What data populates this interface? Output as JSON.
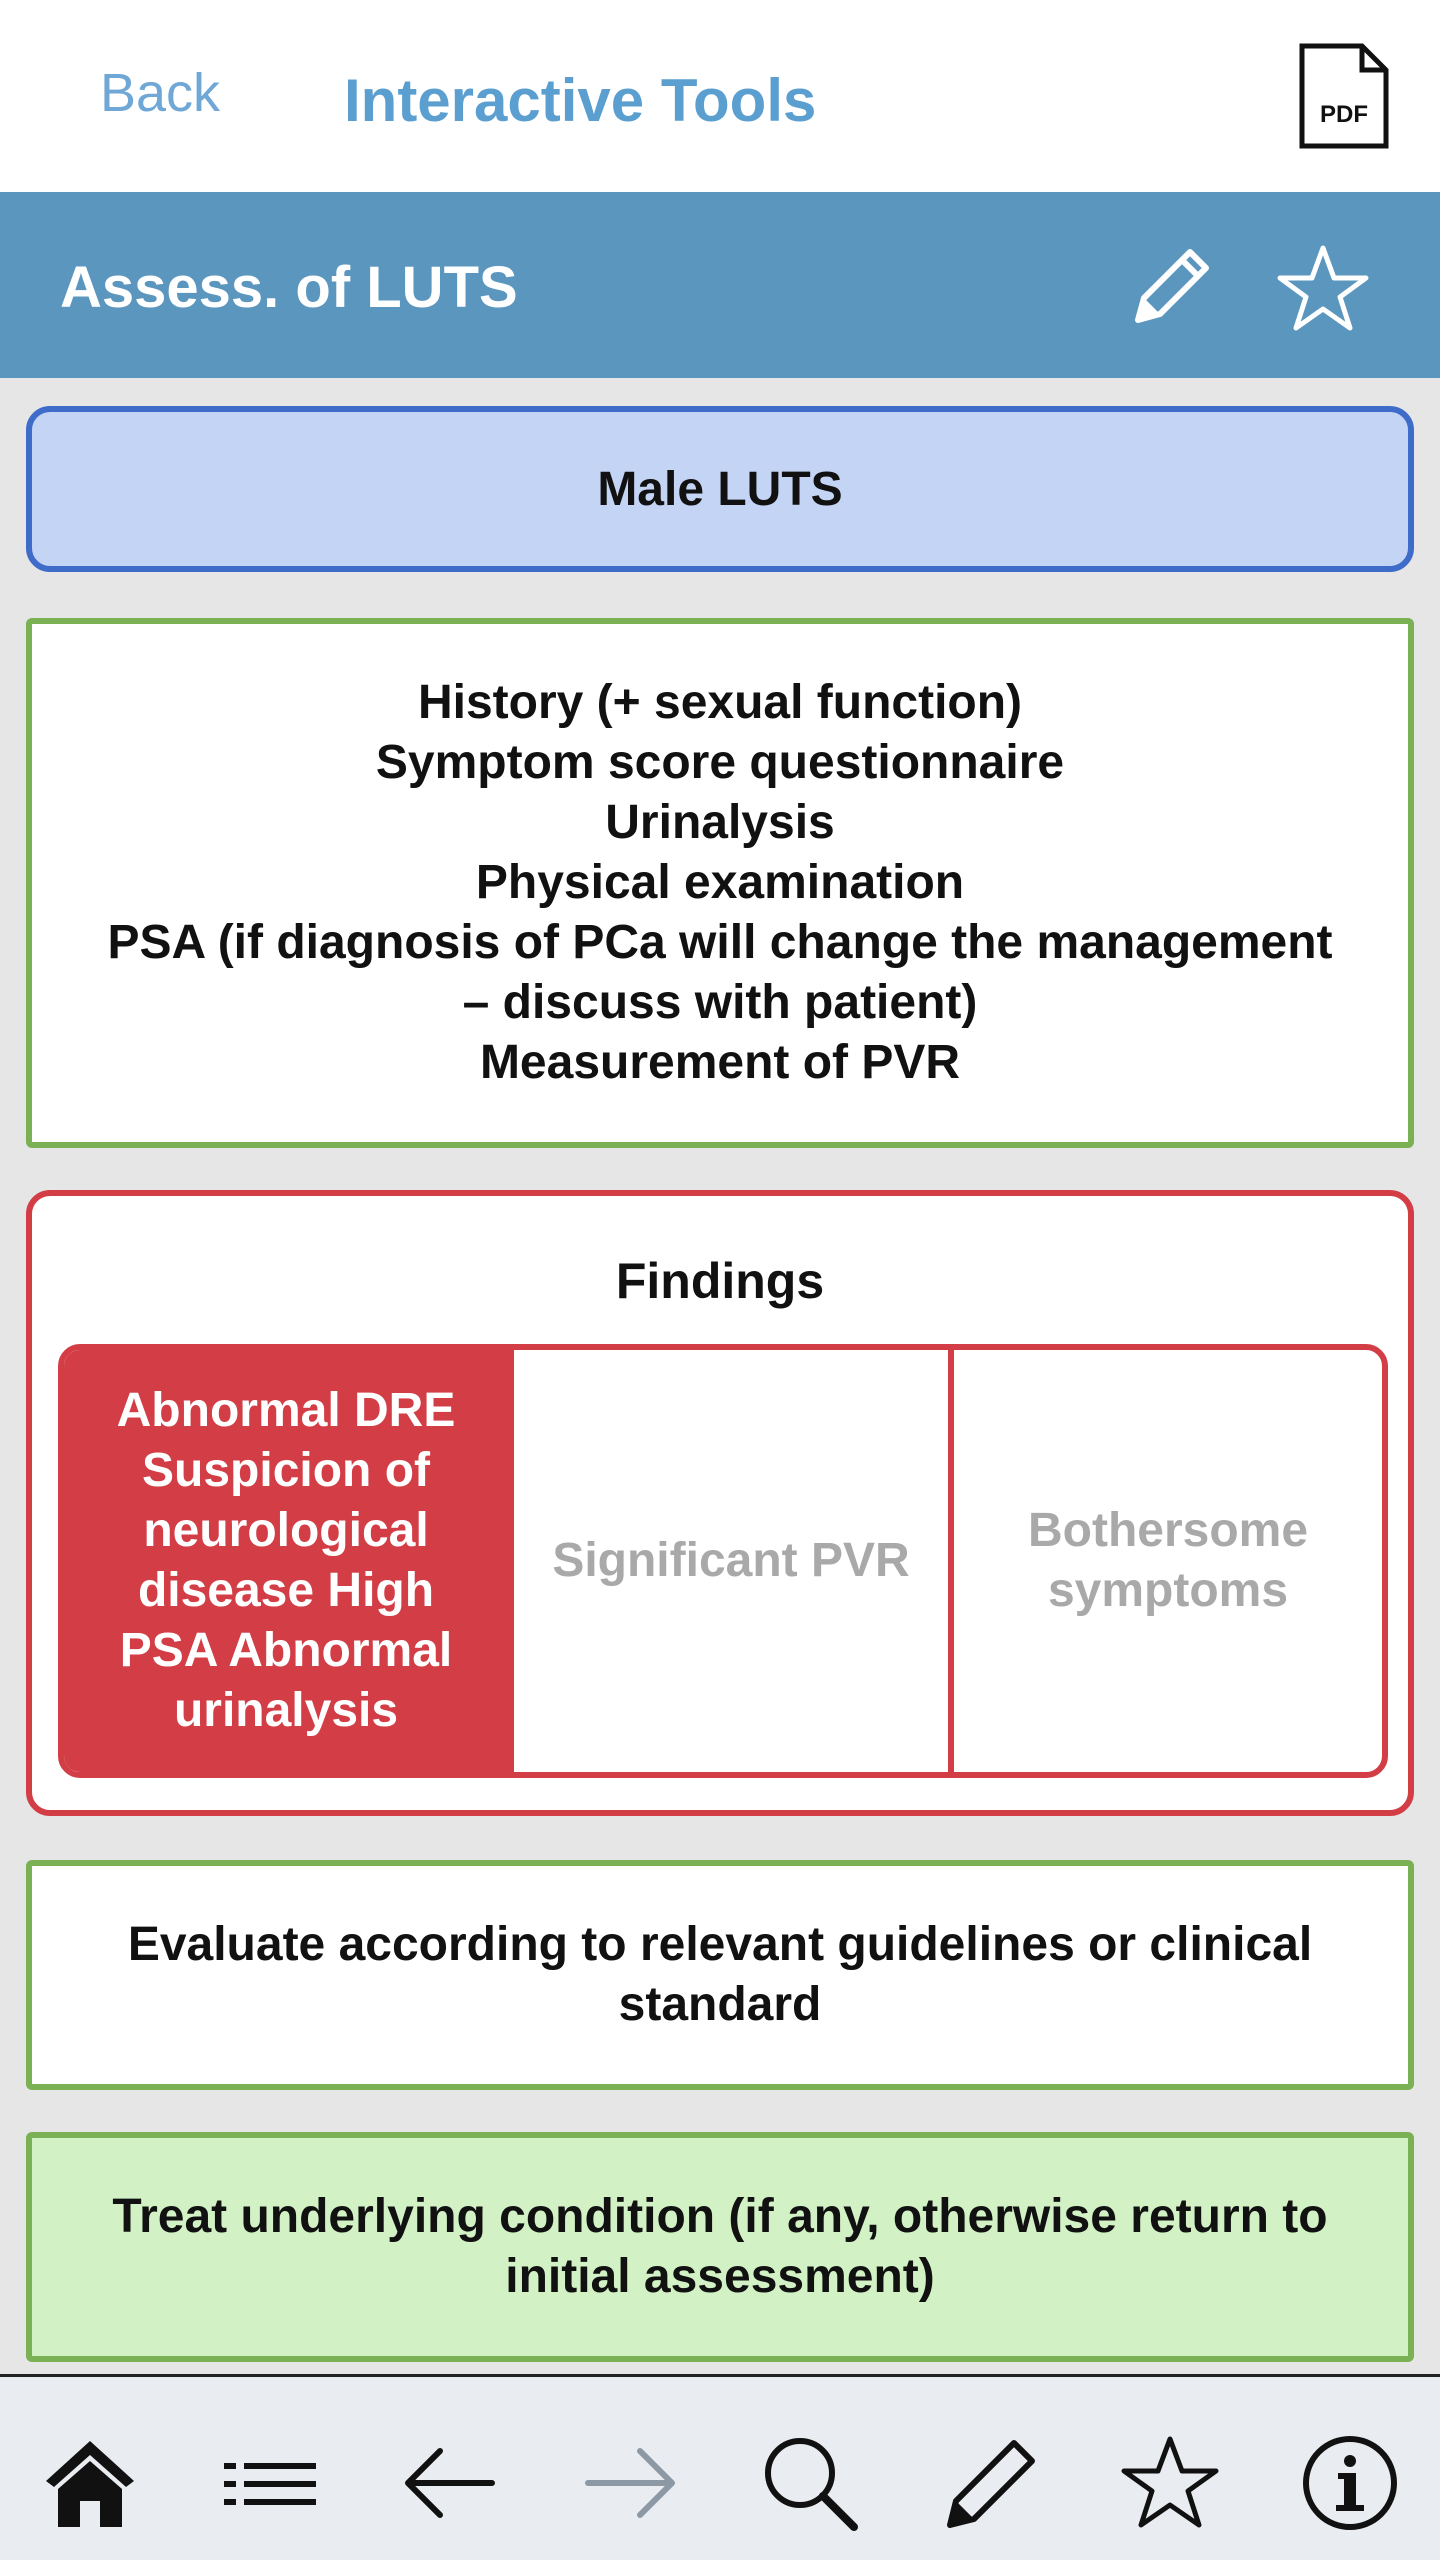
{
  "topbar": {
    "back_label": "Back",
    "title": "Interactive Tools",
    "pdf_label": "PDF"
  },
  "header": {
    "title": "Assess. of LUTS"
  },
  "flow": {
    "male_luts": "Male LUTS",
    "history_lines": [
      "History (+ sexual function)",
      "Symptom score questionnaire",
      "Urinalysis",
      "Physical examination",
      "PSA (if diagnosis of PCa will change the management",
      "– discuss with patient)",
      "Measurement of PVR"
    ],
    "findings_title": "Findings",
    "findings": [
      "Abnormal DRE Suspicion of neurological disease High PSA Abnormal urinalysis",
      "Significant PVR",
      "Bothersome symptoms"
    ],
    "evaluate": "Evaluate according to relevant guidelines or clinical standard",
    "treat": "Treat underlying condition (if any, otherwise return to initial assessment)"
  },
  "colors": {
    "accent_blue": "#5b96bf",
    "green_border": "#79b154",
    "red": "#d23d46",
    "blue_box": "#c4d4f4"
  },
  "bottom_nav": [
    "home-icon",
    "list-icon",
    "back-arrow-icon",
    "forward-arrow-icon",
    "search-icon",
    "pencil-icon",
    "star-icon",
    "info-icon"
  ]
}
